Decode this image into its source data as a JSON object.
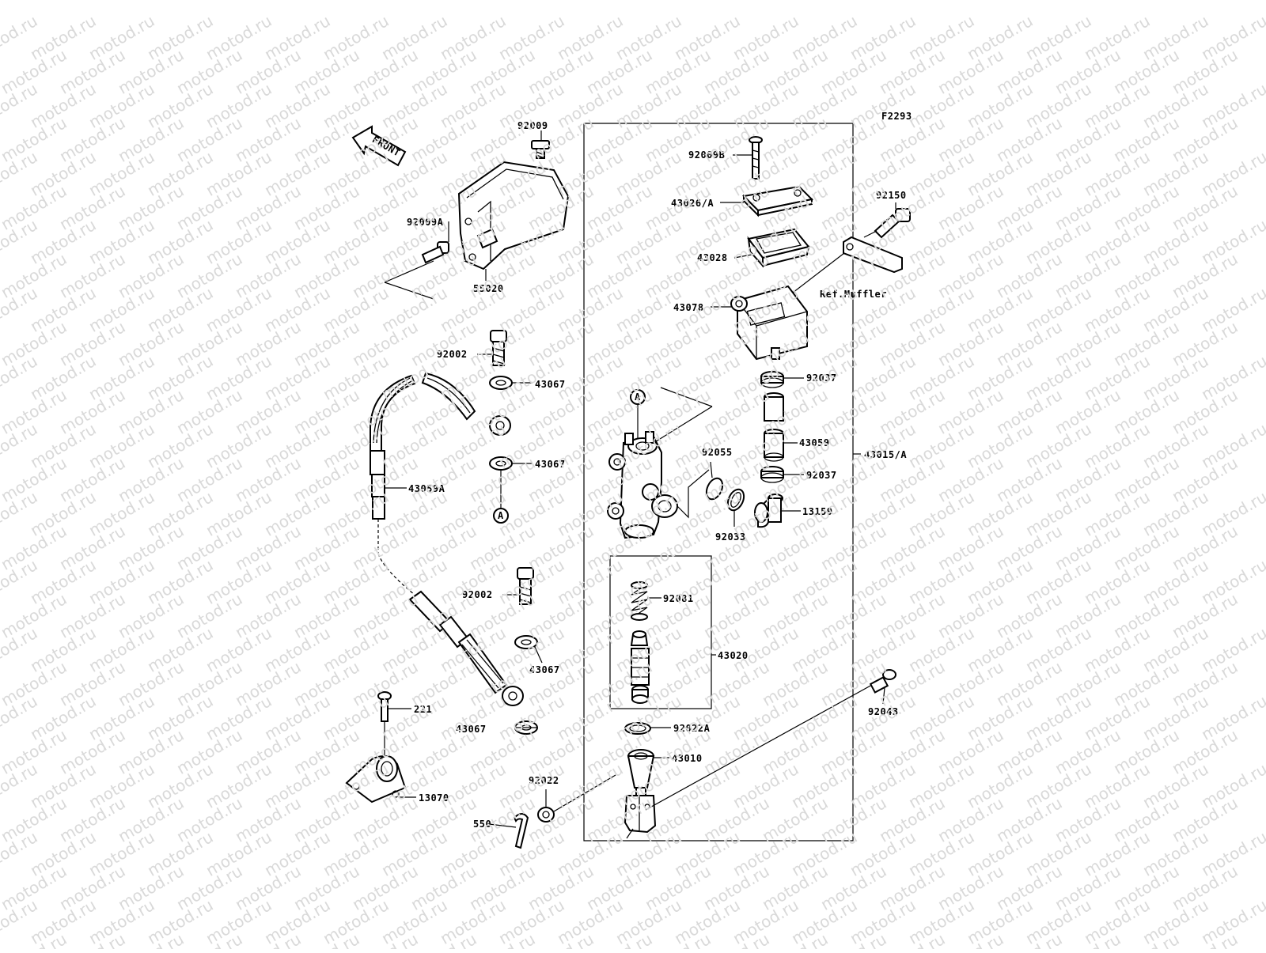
{
  "watermark_text": "motod.ru",
  "figure_code": "F2293",
  "front_label": "FRONT",
  "ref_muffler": "Ref.Muffler",
  "ref_a": "A",
  "parts": {
    "p92009": "92009",
    "p92009A": "92009A",
    "p55020": "55020",
    "p92002_top": "92002",
    "p43067_1": "43067",
    "p43067_2": "43067",
    "p43059A": "43059A",
    "p92002_bot": "92002",
    "p43067_3": "43067",
    "p43067_4": "43067",
    "p221": "221",
    "p13070": "13070",
    "p550": "550",
    "p92022": "92022",
    "p92009B": "92009B",
    "p43026A": "43026/A",
    "p43028": "43028",
    "p43078": "43078",
    "p92150": "92150",
    "p92037_1": "92037",
    "p43059": "43059",
    "p92037_2": "92037",
    "p43015A": "43015/A",
    "p92055": "92055",
    "p92033": "92033",
    "p13159": "13159",
    "p92081": "92081",
    "p43020": "43020",
    "p92022A": "92022A",
    "p43010": "43010",
    "p92043": "92043"
  }
}
